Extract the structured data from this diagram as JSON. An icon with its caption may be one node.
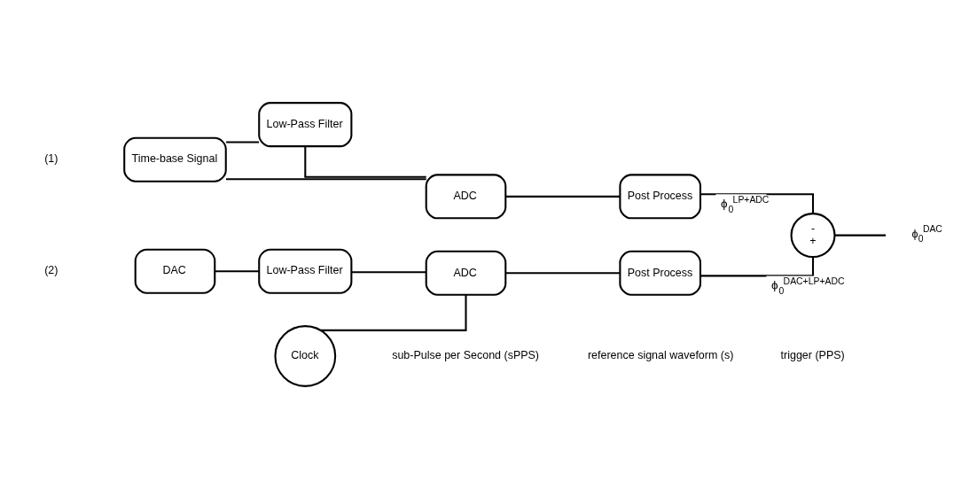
{
  "diagram": {
    "nodes": [
      {
        "text": [
          "Time-base Signal"
        ]
      },
      {
        "text": [
          "Low-Pass Filter"
        ]
      },
      {
        "text": [
          "ADC"
        ]
      },
      {
        "text": [
          "Post Process"
        ]
      },
      {
        "text": [
          "-",
          "+"
        ]
      },
      {
        "text": [
          "DAC"
        ]
      },
      {
        "text": [
          "Low-Pass Filter"
        ]
      },
      {
        "text": [
          "ADC"
        ]
      },
      {
        "text": [
          "Post Process"
        ]
      },
      {
        "text": [
          "Clock"
        ]
      },
      {
        "text": [
          "ϕ$_{0}$$^{DAC}$"
        ]
      }
    ],
    "edges": [
      {
        "from": 0,
        "to": 1,
        "arrow": "none"
      },
      {
        "from": 0,
        "to": 2,
        "arrow": "none"
      },
      {
        "from": 1,
        "to": 2,
        "arrow": "none"
      },
      {
        "from": 2,
        "to": 3,
        "arrow": "none"
      },
      {
        "from": 3,
        "to": 4,
        "arrow": "none",
        "label": "ϕ$_{0}$$^{LP+ADC}$"
      },
      {
        "from": 4,
        "to": 10,
        "arrow": "none"
      },
      {
        "from": 5,
        "to": 6,
        "arrow": "none"
      },
      {
        "from": 6,
        "to": 7,
        "arrow": "none"
      },
      {
        "from": 7,
        "to": 8,
        "arrow": "none"
      },
      {
        "from": 8,
        "to": 4,
        "arrow": "none",
        "label": "ϕ$_{0}$$^{DAC+LP+ADC}$"
      },
      {
        "from": 9,
        "to": 7,
        "arrow": "none"
      }
    ],
    "labels": [
      "(1)",
      "(2)"
    ],
    "legend": [
      {
        "text": "sub-Pulse per Second (sPPS)"
      },
      {
        "text": "reference signal waveform (s)"
      },
      {
        "text": "trigger (PPS)"
      }
    ]
  }
}
